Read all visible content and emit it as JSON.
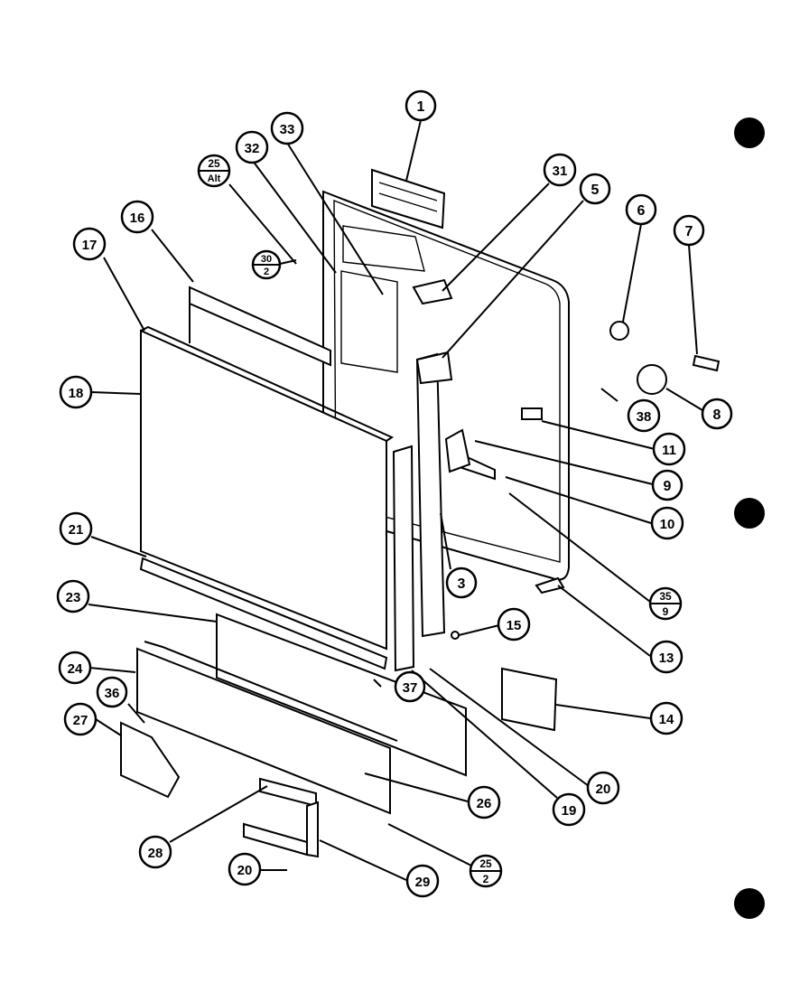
{
  "callouts": [
    {
      "id": "c1",
      "label": "1"
    },
    {
      "id": "c3",
      "label": "3"
    },
    {
      "id": "c5",
      "label": "5"
    },
    {
      "id": "c6",
      "label": "6"
    },
    {
      "id": "c7",
      "label": "7"
    },
    {
      "id": "c8",
      "label": "8"
    },
    {
      "id": "c9",
      "label": "9"
    },
    {
      "id": "c10",
      "label": "10"
    },
    {
      "id": "c11",
      "label": "11"
    },
    {
      "id": "c13",
      "label": "13"
    },
    {
      "id": "c14",
      "label": "14"
    },
    {
      "id": "c15",
      "label": "15"
    },
    {
      "id": "c16",
      "label": "16"
    },
    {
      "id": "c17",
      "label": "17"
    },
    {
      "id": "c18",
      "label": "18"
    },
    {
      "id": "c19",
      "label": "19"
    },
    {
      "id": "c20a",
      "label": "20"
    },
    {
      "id": "c20b",
      "label": "20"
    },
    {
      "id": "c21",
      "label": "21"
    },
    {
      "id": "c23",
      "label": "23"
    },
    {
      "id": "c24",
      "label": "24"
    },
    {
      "id": "c26",
      "label": "26"
    },
    {
      "id": "c27",
      "label": "27"
    },
    {
      "id": "c28",
      "label": "28"
    },
    {
      "id": "c29",
      "label": "29"
    },
    {
      "id": "c31",
      "label": "31"
    },
    {
      "id": "c32",
      "label": "32"
    },
    {
      "id": "c33",
      "label": "33"
    },
    {
      "id": "c36",
      "label": "36"
    },
    {
      "id": "c37",
      "label": "37"
    },
    {
      "id": "c38",
      "label": "38"
    }
  ],
  "fraction_callouts": [
    {
      "id": "f25a",
      "top": "25",
      "bottom": "Alt"
    },
    {
      "id": "f30",
      "top": "30",
      "bottom": "2"
    },
    {
      "id": "f35",
      "top": "35",
      "bottom": "9"
    },
    {
      "id": "f25b",
      "top": "25",
      "bottom": "2"
    }
  ]
}
